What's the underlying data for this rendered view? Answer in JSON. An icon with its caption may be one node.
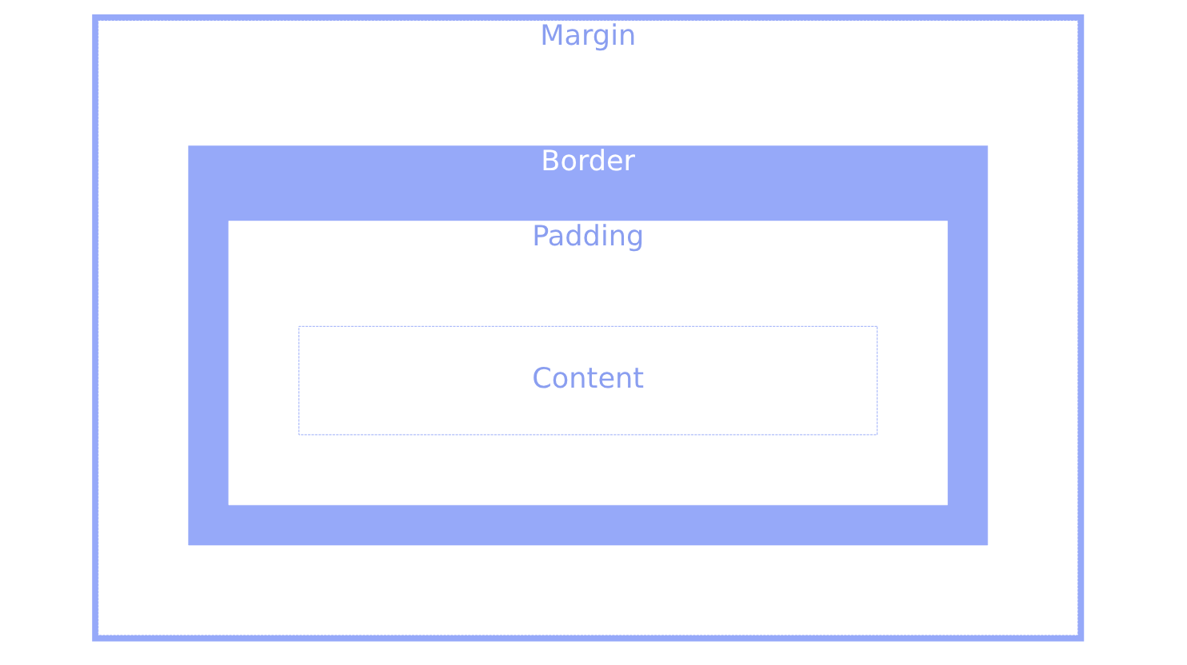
{
  "diagram": {
    "nodes": [
      {
        "text": [
          "Margin"
        ]
      },
      {
        "text": [
          "Border"
        ],
        "in": 0
      },
      {
        "text": [
          "Padding"
        ],
        "in": 1
      },
      {
        "text": [
          "Content"
        ],
        "in": 2
      }
    ],
    "edges": []
  }
}
